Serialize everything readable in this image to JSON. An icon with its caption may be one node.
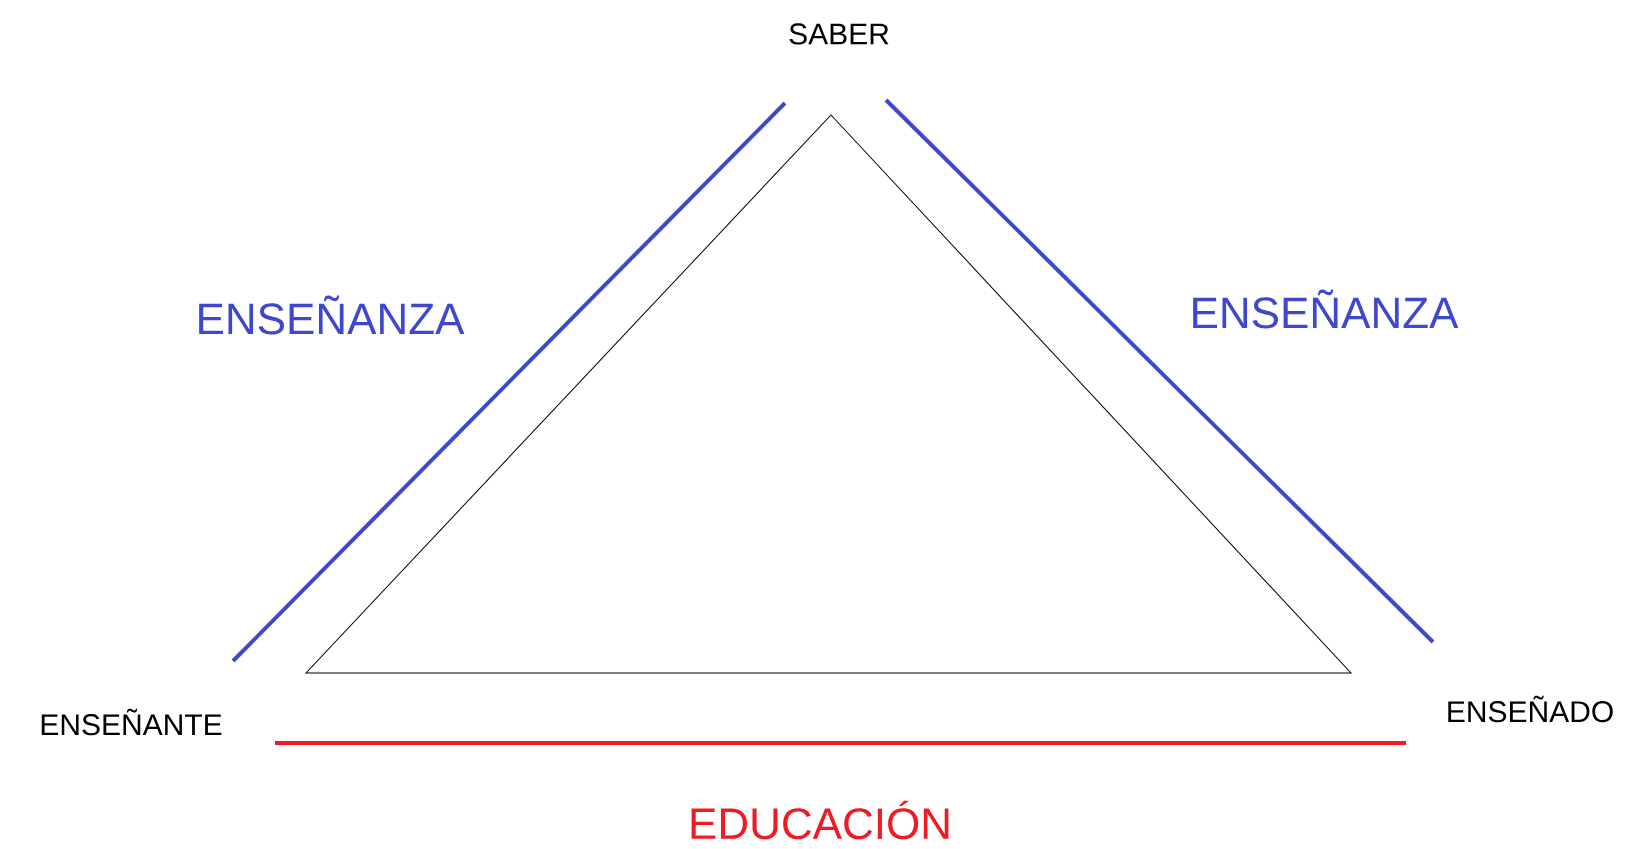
{
  "diagram": {
    "nodes": [
      {
        "text": [
          "SABER"
        ]
      },
      {
        "text": [
          "ENSEÑANTE"
        ]
      },
      {
        "text": [
          "ENSEÑADO"
        ]
      }
    ],
    "edges": [
      {
        "from": 1,
        "to": 0,
        "arrow": "none",
        "label": "ENSEÑANZA"
      },
      {
        "from": 0,
        "to": 2,
        "arrow": "none",
        "label": "ENSEÑANZA"
      },
      {
        "from": 1,
        "to": 2,
        "arrow": "none",
        "label": "EDUCACIÓN",
        "color": "#ed1c24"
      }
    ]
  }
}
